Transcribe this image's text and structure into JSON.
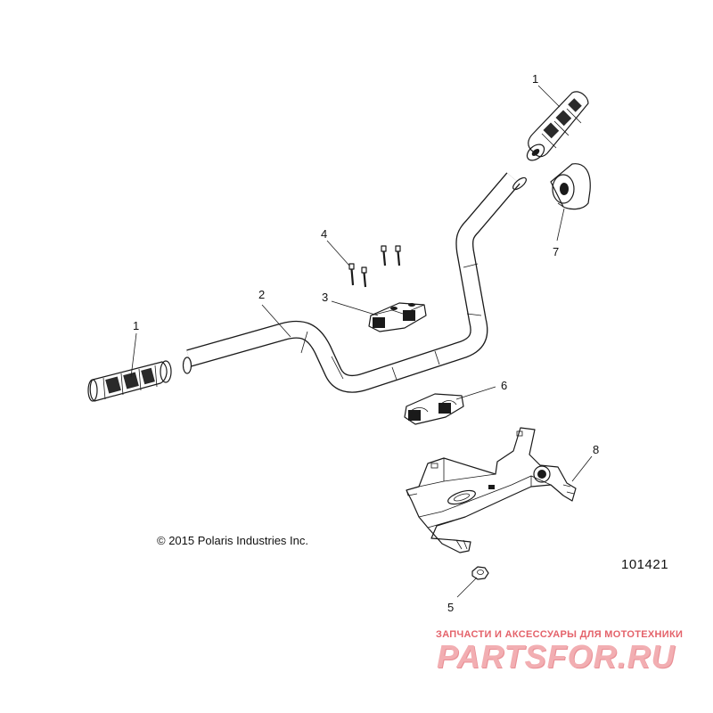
{
  "callouts": [
    {
      "id": "grip-right",
      "label": "1"
    },
    {
      "id": "grip-left",
      "label": "1"
    },
    {
      "id": "handlebar",
      "label": "2"
    },
    {
      "id": "upper-clamp",
      "label": "3"
    },
    {
      "id": "bolts",
      "label": "4"
    },
    {
      "id": "nut",
      "label": "5"
    },
    {
      "id": "lower-clamp",
      "label": "6"
    },
    {
      "id": "pad",
      "label": "7"
    },
    {
      "id": "bracket",
      "label": "8"
    }
  ],
  "copyright": "© 2015 Polaris Industries Inc.",
  "diagram_number": "101421",
  "watermark": {
    "tagline": "ЗАПЧАСТИ И АКСЕССУАРЫ ДЛЯ МОТОТЕХНИКИ",
    "logo": "PARTSFOR.RU",
    "color": "#e4626a"
  }
}
